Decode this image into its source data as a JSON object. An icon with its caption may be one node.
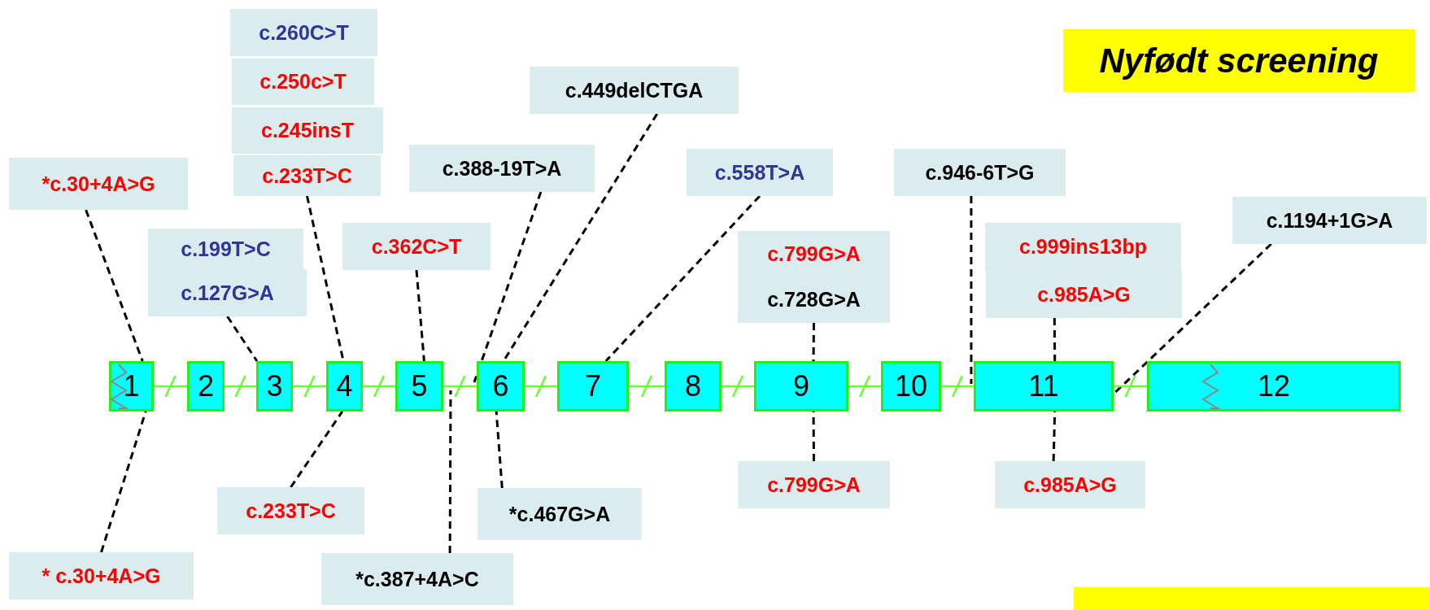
{
  "diagram": {
    "nodes": [
      {
        "text": [
          "1"
        ]
      },
      {
        "text": [
          "2"
        ]
      },
      {
        "text": [
          "3"
        ]
      },
      {
        "text": [
          "4"
        ]
      },
      {
        "text": [
          "5"
        ]
      },
      {
        "text": [
          "6"
        ]
      },
      {
        "text": [
          "7"
        ]
      },
      {
        "text": [
          "8"
        ]
      },
      {
        "text": [
          "9"
        ]
      },
      {
        "text": [
          "10"
        ]
      },
      {
        "text": [
          "11"
        ]
      },
      {
        "text": [
          "12"
        ]
      },
      {
        "text": [
          "c.260C>T"
        ]
      },
      {
        "text": [
          "c.250c>T"
        ]
      },
      {
        "text": [
          "c.245insT"
        ]
      },
      {
        "text": [
          "c.233T>C"
        ]
      },
      {
        "text": [
          "*c.30+4A>G"
        ]
      },
      {
        "text": [
          "c.199T>C"
        ]
      },
      {
        "text": [
          "c.127G>A"
        ]
      },
      {
        "text": [
          "c.362C>T"
        ]
      },
      {
        "text": [
          "c.388-19T>A"
        ]
      },
      {
        "text": [
          "c.449delCTGA"
        ]
      },
      {
        "text": [
          "c.558T>A"
        ]
      },
      {
        "text": [
          "c.946-6T>G"
        ]
      },
      {
        "text": [
          "c.799G>A"
        ]
      },
      {
        "text": [
          "c.728G>A"
        ]
      },
      {
        "text": [
          "c.999ins13bp"
        ]
      },
      {
        "text": [
          "c.985A>G"
        ]
      },
      {
        "text": [
          "c.1194+1G>A"
        ]
      },
      {
        "text": [
          "c.233T>C"
        ]
      },
      {
        "text": [
          "*c.467G>A"
        ]
      },
      {
        "text": [
          "c.799G>A"
        ]
      },
      {
        "text": [
          "c.985A>G"
        ]
      },
      {
        "text": [
          "* c.30+4A>G"
        ]
      },
      {
        "text": [
          "*c.387+4A>C"
        ]
      }
    ],
    "edges": [
      {
        "from": 15,
        "to": 3,
        "arrow": "none",
        "style": "dashed"
      },
      {
        "from": 16,
        "to": 0,
        "arrow": "none",
        "style": "dashed"
      },
      {
        "from": 18,
        "to": 2,
        "arrow": "none",
        "style": "dashed"
      },
      {
        "from": 19,
        "to": 4,
        "arrow": "none",
        "style": "dashed"
      },
      {
        "from": 20,
        "to": 5,
        "arrow": "none",
        "style": "dashed"
      },
      {
        "from": 21,
        "to": 5,
        "arrow": "none",
        "style": "dashed"
      },
      {
        "from": 22,
        "to": 6,
        "arrow": "none",
        "style": "dashed"
      },
      {
        "from": 23,
        "to": 10,
        "arrow": "none",
        "style": "dashed"
      },
      {
        "from": 25,
        "to": 8,
        "arrow": "none",
        "style": "dashed"
      },
      {
        "from": 27,
        "to": 10,
        "arrow": "none",
        "style": "dashed"
      },
      {
        "from": 28,
        "to": 10,
        "arrow": "none",
        "style": "dashed"
      },
      {
        "from": 29,
        "to": 3,
        "arrow": "none",
        "style": "dashed"
      },
      {
        "from": 30,
        "to": 5,
        "arrow": "none",
        "style": "dashed"
      },
      {
        "from": 31,
        "to": 8,
        "arrow": "none",
        "style": "dashed"
      },
      {
        "from": 32,
        "to": 10,
        "arrow": "none",
        "style": "dashed"
      },
      {
        "from": 33,
        "to": 0,
        "arrow": "none",
        "style": "dashed"
      },
      {
        "from": 34,
        "to": 4,
        "arrow": "none",
        "style": "dashed"
      },
      {
        "from": 0,
        "to": 1,
        "arrow": "none",
        "color": "#66ff33"
      },
      {
        "from": 1,
        "to": 2,
        "arrow": "none",
        "color": "#66ff33"
      },
      {
        "from": 2,
        "to": 3,
        "arrow": "none",
        "color": "#66ff33"
      },
      {
        "from": 3,
        "to": 4,
        "arrow": "none",
        "color": "#66ff33"
      },
      {
        "from": 4,
        "to": 5,
        "arrow": "none",
        "color": "#66ff33"
      },
      {
        "from": 5,
        "to": 6,
        "arrow": "none",
        "color": "#66ff33"
      },
      {
        "from": 6,
        "to": 7,
        "arrow": "none",
        "color": "#66ff33"
      },
      {
        "from": 7,
        "to": 8,
        "arrow": "none",
        "color": "#66ff33"
      },
      {
        "from": 8,
        "to": 9,
        "arrow": "none",
        "color": "#66ff33"
      },
      {
        "from": 9,
        "to": 10,
        "arrow": "none",
        "color": "#66ff33"
      },
      {
        "from": 10,
        "to": 11,
        "arrow": "none",
        "color": "#66ff33"
      }
    ],
    "labels": [
      "Nyfødt screening"
    ]
  }
}
